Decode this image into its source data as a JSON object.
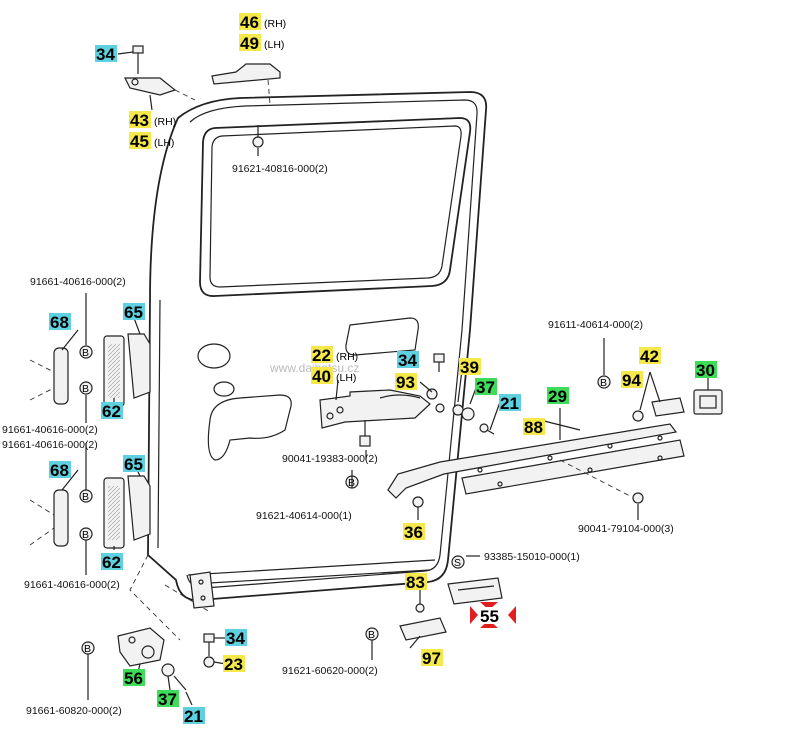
{
  "callouts": [
    {
      "id": "c46",
      "text": "46",
      "color": "#f5e84a",
      "note": "(RH)"
    },
    {
      "id": "c49",
      "text": "49",
      "color": "#f5e84a",
      "note": "(LH)"
    },
    {
      "id": "c34a",
      "text": "34",
      "color": "#5fd0e0"
    },
    {
      "id": "c43",
      "text": "43",
      "color": "#f5e84a",
      "note": "(RH)"
    },
    {
      "id": "c45",
      "text": "45",
      "color": "#f5e84a",
      "note": "(LH)"
    },
    {
      "id": "c68a",
      "text": "68",
      "color": "#5fd0e0"
    },
    {
      "id": "c65a",
      "text": "65",
      "color": "#5fd0e0"
    },
    {
      "id": "c62a",
      "text": "62",
      "color": "#5fd0e0"
    },
    {
      "id": "c68b",
      "text": "68",
      "color": "#5fd0e0"
    },
    {
      "id": "c65b",
      "text": "65",
      "color": "#5fd0e0"
    },
    {
      "id": "c62b",
      "text": "62",
      "color": "#5fd0e0"
    },
    {
      "id": "c22",
      "text": "22",
      "color": "#f5e84a",
      "note": "(RH)"
    },
    {
      "id": "c40",
      "text": "40",
      "color": "#f5e84a",
      "note": "(LH)"
    },
    {
      "id": "c34b",
      "text": "34",
      "color": "#5fd0e0"
    },
    {
      "id": "c93",
      "text": "93",
      "color": "#f5e84a"
    },
    {
      "id": "c39",
      "text": "39",
      "color": "#f5e84a"
    },
    {
      "id": "c37a",
      "text": "37",
      "color": "#3fdc5a"
    },
    {
      "id": "c21a",
      "text": "21",
      "color": "#5fd0e0"
    },
    {
      "id": "c29",
      "text": "29",
      "color": "#3fdc5a"
    },
    {
      "id": "c88",
      "text": "88",
      "color": "#f5e84a"
    },
    {
      "id": "c42",
      "text": "42",
      "color": "#f5e84a"
    },
    {
      "id": "c94",
      "text": "94",
      "color": "#f5e84a"
    },
    {
      "id": "c30",
      "text": "30",
      "color": "#3fdc5a"
    },
    {
      "id": "c36",
      "text": "36",
      "color": "#f5e84a"
    },
    {
      "id": "c83",
      "text": "83",
      "color": "#f5e84a"
    },
    {
      "id": "c55",
      "text": "55",
      "color": "#ffffff"
    },
    {
      "id": "c97",
      "text": "97",
      "color": "#f5e84a"
    },
    {
      "id": "c34c",
      "text": "34",
      "color": "#5fd0e0"
    },
    {
      "id": "c23",
      "text": "23",
      "color": "#f5e84a"
    },
    {
      "id": "c56",
      "text": "56",
      "color": "#3fdc5a"
    },
    {
      "id": "c37b",
      "text": "37",
      "color": "#3fdc5a"
    },
    {
      "id": "c21b",
      "text": "21",
      "color": "#5fd0e0"
    }
  ],
  "part_numbers": [
    {
      "id": "p1",
      "text": "91621-40816-000(2)"
    },
    {
      "id": "p2",
      "text": "91661-40616-000(2)"
    },
    {
      "id": "p3",
      "text": "91661-40616-000(2)"
    },
    {
      "id": "p4",
      "text": "91661-40616-000(2)"
    },
    {
      "id": "p5",
      "text": "91661-40616-000(2)"
    },
    {
      "id": "p6",
      "text": "91611-40614-000(2)"
    },
    {
      "id": "p7",
      "text": "90041-19383-000(2)"
    },
    {
      "id": "p8",
      "text": "91621-40614-000(1)"
    },
    {
      "id": "p9",
      "text": "90041-79104-000(3)"
    },
    {
      "id": "p10",
      "text": "93385-15010-000(1)"
    },
    {
      "id": "p11",
      "text": "91621-60620-000(2)"
    },
    {
      "id": "p12",
      "text": "91661-60820-000(2)"
    }
  ],
  "markers": {
    "B": "B",
    "S": "S"
  },
  "watermark": "www.daihatsu.cz"
}
